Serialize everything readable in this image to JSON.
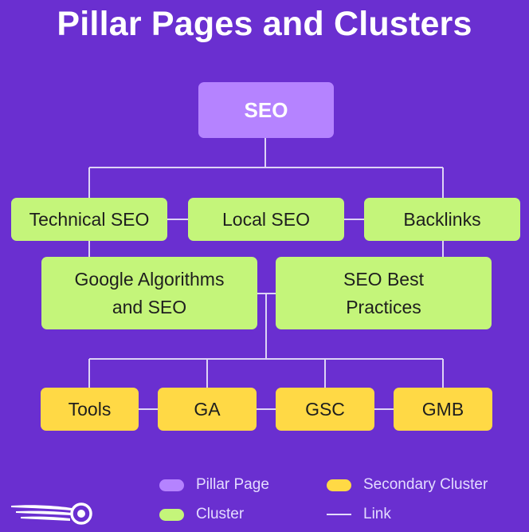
{
  "title": "Pillar Pages and Clusters",
  "colors": {
    "background": "#6a2fd0",
    "pillar": "#b583ff",
    "cluster": "#c4f57a",
    "secondary_cluster": "#ffd945",
    "link": "#e4dcff"
  },
  "pillar": {
    "label": "SEO"
  },
  "clusters": [
    {
      "label": "Technical SEO"
    },
    {
      "label": "Local SEO"
    },
    {
      "label": "Backlinks"
    },
    {
      "label": "Google Algorithms and SEO"
    },
    {
      "label": "SEO Best Practices"
    }
  ],
  "secondary_clusters": [
    {
      "label": "Tools"
    },
    {
      "label": "GA"
    },
    {
      "label": "GSC"
    },
    {
      "label": "GMB"
    }
  ],
  "legend": {
    "pillar": "Pillar Page",
    "cluster": "Cluster",
    "secondary": "Secondary Cluster",
    "link": "Link"
  },
  "logo": {
    "icon": "semrush-logo-icon"
  }
}
